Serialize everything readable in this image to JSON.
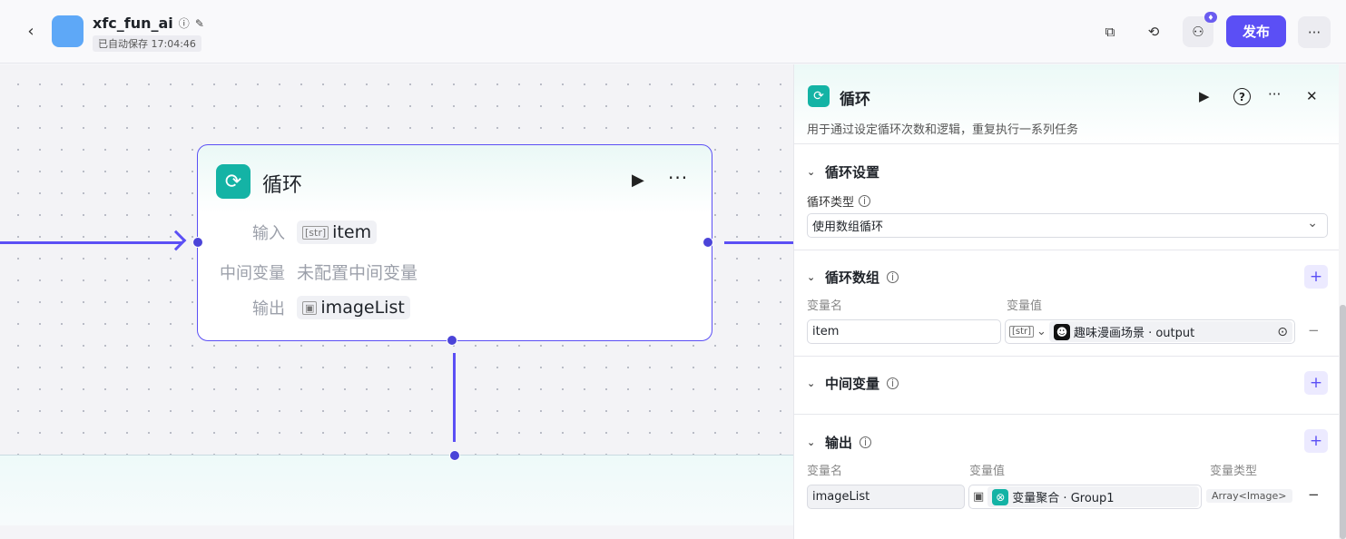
{
  "topbar": {
    "back_icon": "‹",
    "app_name": "xfc_fun_ai",
    "info_icon": "ⓘ",
    "edit_icon": "✎",
    "autosave": "已自动保存 17:04:46",
    "copy_icon": "⧉",
    "history_icon": "⟲",
    "collab_icon": "⚇",
    "collab_badge": "♦",
    "publish_label": "发布",
    "more_icon": "···"
  },
  "node": {
    "icon": "⟳",
    "title": "循环",
    "run_icon": "▶",
    "more_icon": "···",
    "rows": [
      {
        "label": "输入",
        "type_tag": "[str]",
        "value": "item"
      },
      {
        "label": "中间变量",
        "value": "未配置中间变量"
      },
      {
        "label": "输出",
        "type_tag": "▣",
        "value": "imageList"
      }
    ]
  },
  "panel": {
    "icon": "⟳",
    "title": "循环",
    "description": "用于通过设定循环次数和逻辑，重复执行一系列任务",
    "actions": {
      "run": "▶",
      "help": "?",
      "more": "···",
      "close": "✕"
    },
    "loop_settings": {
      "title": "循环设置",
      "type_label": "循环类型",
      "type_value": "使用数组循环",
      "dropdown_icon": "⌄"
    },
    "loop_array": {
      "title": "循环数组",
      "add": "+",
      "name_col": "变量名",
      "value_col": "变量值",
      "row": {
        "name": "item",
        "type_tag": "[str]",
        "type_chev": "⌄",
        "source_icon": "☻",
        "source": "趣味漫画场景 · output",
        "clear_icon": "⊙",
        "remove": "−"
      }
    },
    "intermediate": {
      "title": "中间变量",
      "add": "+"
    },
    "output": {
      "title": "输出",
      "add": "+",
      "name_col": "变量名",
      "value_col": "变量值",
      "type_col": "变量类型",
      "row": {
        "name": "imageList",
        "image_icon": "▣",
        "source_icon": "⊗",
        "source": "变量聚合 · Group1",
        "type": "Array<Image>",
        "remove": "−"
      }
    }
  }
}
